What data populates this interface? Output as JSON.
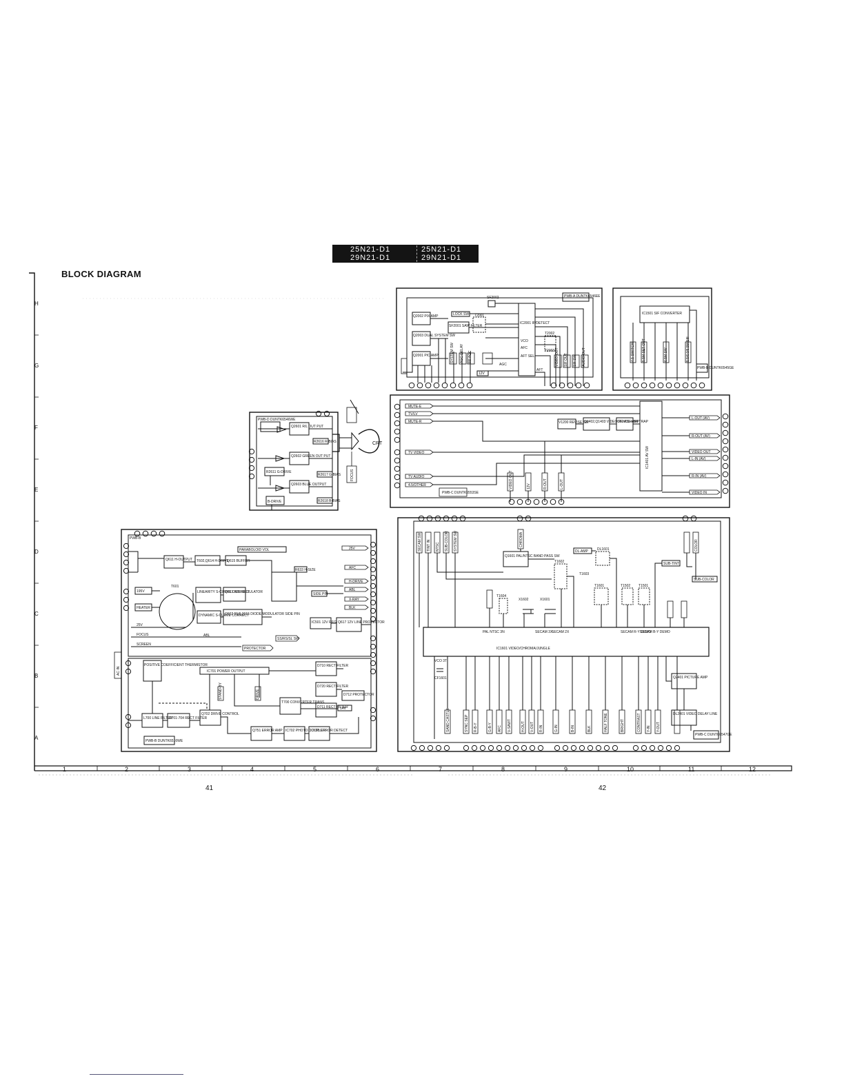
{
  "header": {
    "models_left": [
      "25N21-D1",
      "29N21-D1"
    ],
    "models_right": [
      "25N21-D1",
      "29N21-D1"
    ],
    "title": "BLOCK DIAGRAM"
  },
  "pages": {
    "left": "41",
    "right": "42"
  },
  "grid": {
    "columns": [
      "1",
      "2",
      "3",
      "4",
      "5",
      "6",
      "7",
      "8",
      "9",
      "10",
      "11",
      "12"
    ],
    "rows": [
      "H",
      "G",
      "F",
      "E",
      "D",
      "C",
      "B",
      "A"
    ]
  },
  "blocks": {
    "crt": {
      "unit": "PWB-D DUNTK6546WE",
      "label": "CRT",
      "focus": "FOCUS",
      "parts": [
        "Q2601 R/L OUT PUT",
        "Q2602 GREEN OUT PUT",
        "Q2603 BLUE OUTPUT",
        "R2611 G-DRIVE",
        "R2616 R-BIAS",
        "R2617 G-BIAS",
        "R2618 B-BIAS",
        "B-DRIVE"
      ]
    },
    "deflection": {
      "unit": "PWB-B",
      "labels": [
        "Q611 H-OUTPUT",
        "T602,Q614 H-DRIVE",
        "Q615 BUFFER",
        "T601",
        "LINEARITY S-CURVE CORRECT",
        "Q613 ACL REGULATOR",
        "DYNAMIC S-CURVE CORRECT",
        "Q602 55/6,3615 DIODE MODULATOR SIDE PIN",
        "IC501 12V REG",
        "Q617 12V LINE PROTECTOR",
        "R633 H-SIZE",
        "SIDE PIN",
        "PARABOLOID VOL",
        "ABL",
        "PROTECTOR",
        "SS/RS/SL SW"
      ],
      "signals_right": [
        "25V",
        "AFC",
        "H-DRIVE",
        "ABL",
        "X-RAY",
        "BLK"
      ],
      "signals_left": [
        "195V",
        "HEATER",
        "25V",
        "FOCUS",
        "SCREEN"
      ]
    },
    "power": {
      "unit": "PWB-B DUNTK6516WE",
      "labels": [
        "POSITIVE COEFFICIENT THERMISTOR",
        "IC701 POWER OUTPUT",
        "D710 RECT FILTER",
        "D720 RECT FILTER",
        "D712 PROTECTOR",
        "D711 RECT FILTER",
        "T700 CONVERTER TRANS",
        "Q702 DRIVE CONTROL",
        "Q751 ERROR AMP",
        "IC702 PHOTO COUPLER",
        "IC703 ERROR DETECT",
        "L700 LINE FILTER",
        "D701-704 RECT FILTER",
        "14V",
        "DRIVE",
        "STAND-BY",
        "AC IN"
      ]
    },
    "tuner": {
      "unit": "PWB-A DUNTK6546EE",
      "labels": [
        "SF2002",
        "Q2002 PIX AMP",
        "Q2003 DUAL SYSTEM SW",
        "Q2001 PIC AMP",
        "SF2001 SAW FILTER",
        "LOCK SW",
        "T2001",
        "T2002",
        "T2003",
        "IC2001 IF/DETECT",
        "VCO",
        "AFC",
        "AFT SEL",
        "12V",
        "AGC",
        "AFT"
      ],
      "signals": [
        "SYSTEM SW",
        "AGC DELAY",
        "RF AGC",
        "VIDEO OUT",
        "SIF OUT",
        "SIF SW",
        "AUDIO OUT"
      ]
    },
    "sif": {
      "unit": "PWB-B DUNTK6545GE",
      "labels": [
        "IC1501 SIF CONVERTER",
        "4.5 SWITCH",
        "5.5M SET OUT",
        "6.5M SW",
        "5.5/6.0/6.5M SIF"
      ]
    },
    "av_switch": {
      "unit": "PWB-C DUNTK6553SE",
      "labels": [
        "MUTE-E",
        "TV/LV",
        "MUTE-R",
        "V1200 REVISE SW",
        "Q1402,Q1403 VIDEO REVISE AMP",
        "CF1401 4.5M TRAP",
        "IC1401 AV SW",
        "TV VIDEO",
        "TV AUDIO",
        "4.5/OTHER"
      ],
      "outputs": [
        "L-OUT (AV)",
        "R-OUT (AV)",
        "VIDEO OUT",
        "L-IN (AV)",
        "R-IN (AV)",
        "VIDEO IN"
      ],
      "bottom": [
        "VIDEO OUT",
        "12V",
        "R-OUT",
        "L-OUT"
      ]
    },
    "video": {
      "unit": "PWB-C DUNTK6547GE",
      "labels": [
        "IC1601 VIDEO/CHROMA/JUNGLE",
        "Q1601 PAL/NTSC BAND PASS SW",
        "DL-AMP",
        "DL1601",
        "T1602",
        "T1604",
        "X1602",
        "X1601",
        "T1601",
        "T1603",
        "T1502",
        "T1501",
        "SECAM R-Y DEMO",
        "SECAM B-Y DEMO",
        "Q2401 PICTURE AMP",
        "DL2401 VIDEO DELAY LINE",
        "SUB-TINT",
        "SUB-COLOR",
        "SECAM 3X",
        "SECAM 2X",
        "PAL NTSC 3N",
        "VCO 3T",
        "CF1601"
      ],
      "top_signals": [
        "SECAM SW",
        "TINT IN",
        "NTSC",
        "SUB-COLOR",
        "SYSTEM SW",
        "CHROMA",
        "COLOR"
      ],
      "bottom_signals": [
        "SAND CASTLE",
        "SYNC SEP",
        "R-B-Y",
        "G-B-Y",
        "AFC",
        "V-SAWT",
        "H-OUT",
        "V-OUT",
        "R-IN",
        "G-IN",
        "B-IN",
        "BLK",
        "HALF TONE",
        "BRIGHT",
        "CONTRAST",
        "Y-IN",
        "Y-OUT"
      ]
    }
  }
}
